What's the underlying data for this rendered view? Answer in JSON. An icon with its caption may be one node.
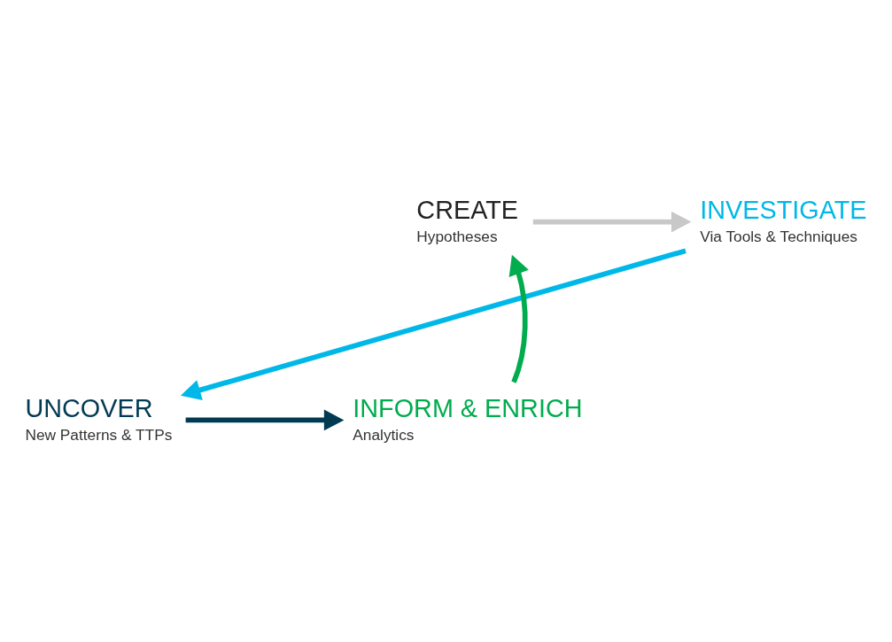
{
  "diagram": {
    "nodes": [
      {
        "text": [
          "CREATE",
          "Hypotheses"
        ]
      },
      {
        "text": [
          "INVESTIGATE",
          "Via Tools & Techniques"
        ]
      },
      {
        "text": [
          "UNCOVER",
          "New Patterns & TTPs"
        ]
      },
      {
        "text": [
          "INFORM & ENRICH",
          "Analytics"
        ]
      }
    ],
    "edges": [
      {
        "from": 0,
        "to": 1,
        "arrow": "to",
        "color": "#c8c8c8"
      },
      {
        "from": 1,
        "to": 2,
        "arrow": "to",
        "color": "#00b8e8"
      },
      {
        "from": 2,
        "to": 3,
        "arrow": "to",
        "color": "#023a52"
      },
      {
        "from": 3,
        "to": 0,
        "arrow": "to",
        "color": "#00ac4e"
      }
    ]
  }
}
